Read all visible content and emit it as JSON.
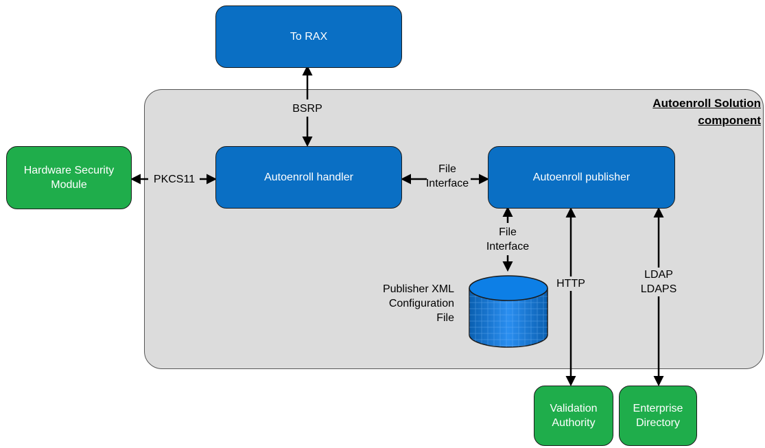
{
  "container": {
    "title_line1": "Autoenroll Solution",
    "title_line2": "component"
  },
  "nodes": {
    "rax": "To RAX",
    "handler": "Autoenroll handler",
    "publisher": "Autoenroll publisher",
    "hsm": "Hardware Security\nModule",
    "validation_authority": "Validation\nAuthority",
    "enterprise_directory": "Enterprise\nDirectory",
    "xml_config": "Publisher XML\nConfiguration\nFile"
  },
  "edges": {
    "bsrp": "BSRP",
    "pkcs11": "PKCS11",
    "file_interface_horizontal": "File\nInterface",
    "file_interface_vertical": "File\nInterface",
    "http": "HTTP",
    "ldap": "LDAP\nLDAPS"
  },
  "colors": {
    "blue_node": "#0a6fc4",
    "green_node": "#1fad4b",
    "container_fill": "#dcdcdc"
  }
}
